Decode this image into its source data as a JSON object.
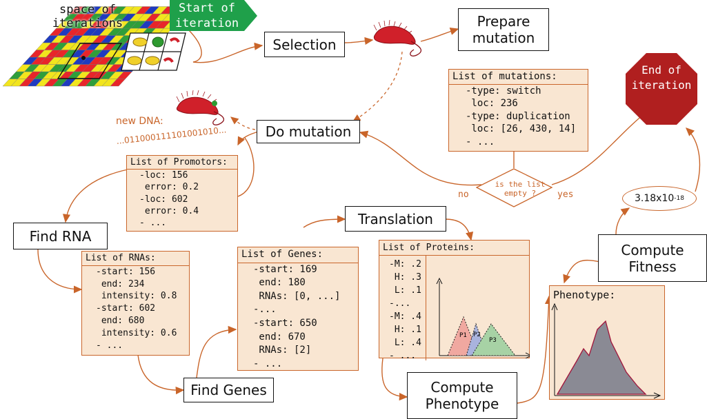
{
  "grid_title": "space of\niterations",
  "start_label": "Start of\niteration",
  "end_label": "End of\niteration",
  "steps": {
    "selection": "Selection",
    "prepare_mutation": "Prepare\nmutation",
    "do_mutation": "Do mutation",
    "find_rna": "Find RNA",
    "translation": "Translation",
    "find_genes": "Find Genes",
    "compute_phenotype": "Compute\nPhenotype",
    "compute_fitness": "Compute\nFitness"
  },
  "mutations": {
    "title": "List of mutations:",
    "lines": [
      "-type: switch",
      " loc: 236",
      "-type: duplication",
      " loc: [26, 430, 14]",
      "- ..."
    ]
  },
  "promotors": {
    "title": "List of Promotors:",
    "lines": [
      "-loc: 156",
      " error: 0.2",
      "-loc: 602",
      " error: 0.4",
      "- ..."
    ]
  },
  "rnas": {
    "title": "List of RNAs:",
    "lines": [
      "-start: 156",
      " end: 234",
      " intensity: 0.8",
      "-start: 602",
      " end: 680",
      " intensity: 0.6",
      "- ..."
    ]
  },
  "genes": {
    "title": "List of Genes:",
    "lines": [
      "-start: 169",
      " end: 180",
      " RNAs: [0, ...]",
      "-...",
      "-start: 650",
      " end: 670",
      " RNAs: [2]",
      "- ..."
    ]
  },
  "proteins": {
    "title": "List of Proteins:",
    "lines": [
      "-M: .2",
      " H: .3",
      " L: .1",
      "-...",
      "-M: .4",
      " H: .1",
      " L: .4",
      "- ..."
    ],
    "peaks": [
      "P1",
      "P2",
      "P3"
    ]
  },
  "phenotype": {
    "title": "Phenotype:"
  },
  "decision": {
    "question": "is the list\nempty ?",
    "no": "no",
    "yes": "yes"
  },
  "new_dna": {
    "label": "new DNA:",
    "sequence": "...011000111101001010..."
  },
  "fitness": {
    "base": "3.18x10",
    "exp": "-18"
  },
  "colors": {
    "accent": "#c9652a",
    "panel": "#f9e6d2",
    "start": "#1fa04a",
    "end": "#b01f1f",
    "organism": "#d0202a"
  }
}
